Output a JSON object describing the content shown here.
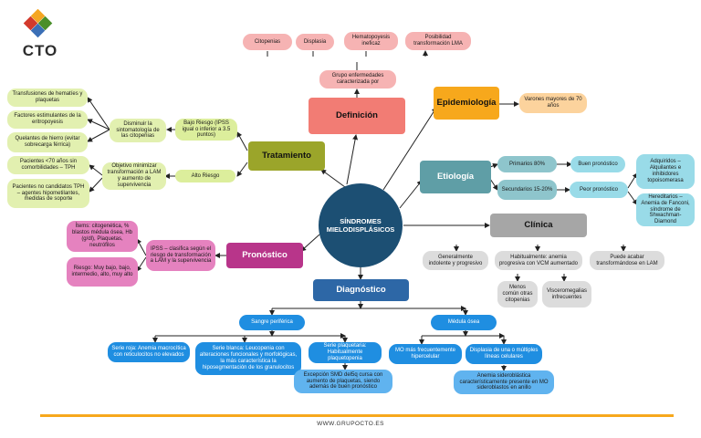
{
  "logo": {
    "text": "CTO",
    "colors": [
      "#f5a623",
      "#d33a2c",
      "#4a8f2a",
      "#3b6fb6"
    ]
  },
  "center": {
    "line1": "SÍNDROMES",
    "line2": "MIELODISPLÁSICOS"
  },
  "definicion": {
    "title": "Definición",
    "grupo": "Grupo enfermedades caracterizada por",
    "items": [
      "Citopenias",
      "Displasia",
      "Hematopoyesis ineficaz",
      "Posibilidad transformación LMA"
    ]
  },
  "epidemiologia": {
    "title": "Epidemiología",
    "item": "Varones mayores de 70 años"
  },
  "etiologia": {
    "title": "Etiología",
    "primarios": "Primarios 80%",
    "buen": "Buen pronóstico",
    "secundarios": "Secundarios 15-20%",
    "peor": "Peor pronóstico",
    "adquiridos": "Adquiridos – Alquilantes e inhibidores topoisomerasa",
    "hereditarios": "Hereditarios – Anemia de Fanconi, síndrome de Shwachman-Diamond"
  },
  "clinica": {
    "title": "Clínica",
    "gen": "Generalmente indolente y progresivo",
    "hab": "Habitualmente: anemia progresiva con VCM aumentado",
    "puede": "Puede acabar transformándose en LAM",
    "menos": "Menos común otras citopenias",
    "visc": "Visceromegalias infrecuentes"
  },
  "tratamiento": {
    "title": "Tratamiento",
    "bajo": "Bajo Riesgo (IPSS igual o inferior a 3.5 puntos)",
    "alto": "Alto Riesgo",
    "disminuir": "Disminuir la sintomatología de las citopenias",
    "objetivo": "Objetivo minimizar transformación a LAM y aumento de supervivencia",
    "transf": "Transfusiones de hematíes y plaquetas",
    "factores": "Factores estimulantes de la eritropoyesis",
    "quelantes": "Quelantes de hierro (evitar sobrecarga férrica)",
    "pacientes70": "Pacientes <70 años sin comorbilidades – TPH",
    "noCand": "Pacientes no candidatos TPH – agentes hipometilantes, medidas de soporte"
  },
  "pronostico": {
    "title": "Pronóstico",
    "ipss": "IPSS – clasifica según el riesgo de transformación a LAM y la supervivencia",
    "items": "Ítems: citogenética, % blastos médula ósea, Hb (g/dl), Plaquetas, neutrófilos",
    "riesgo": "Riesgo: Muy bajo, bajo, intermedio, alto, muy alto"
  },
  "diagnostico": {
    "title": "Diagnóstico",
    "sangre": "Sangre periférica",
    "medula": "Médula ósea",
    "roja": "Serie roja: Anemia macrocítica con reticulocitos no elevados",
    "blanca": "Serie blanca: Leucopenia con alteraciones funcionales y morfológicas, la más característica la hiposegmentación de los granulocitos",
    "plaq": "Serie plaquetaria: Habitualmente plaquetopenia",
    "excep": "Excepción SMD del5q cursa con aumento de plaquetas, siendo además de buen pronóstico",
    "mo": "MO más frecuentemente hipercelular",
    "displasia": "Displasia de una o múltiples líneas celulares",
    "anemia": "Anemia sideroblástica característicamente presente en MO sideroblastos en anillo"
  },
  "footer": {
    "url": "WWW.GRUPOCTO.ES",
    "line_color": "#f7a81c"
  }
}
